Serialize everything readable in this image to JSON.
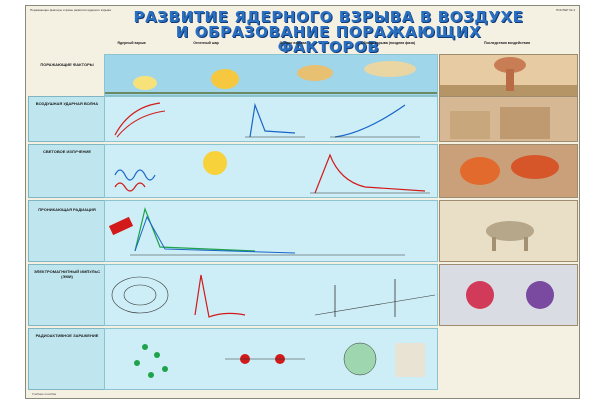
{
  "poster": {
    "title_line1": "РАЗВИТИЕ ЯДЕРНОГО ВЗРЫВА В ВОЗДУХЕ",
    "title_line2": "И ОБРАЗОВАНИЕ ПОРАЖАЮЩИХ ФАКТОРОВ",
    "header_left_small": "Поражающие факторы и фазы развития ядерного взрыва",
    "header_right_small": "ПОСТЕР № 4",
    "footer_small": "Учебное пособие"
  },
  "rows": [
    {
      "label": "ПОРАЖАЮЩИЕ ФАКТОРЫ"
    },
    {
      "label": "ВОЗДУШНАЯ УДАРНАЯ ВОЛНА"
    },
    {
      "label": "СВЕТОВОЕ ИЗЛУЧЕНИЕ"
    },
    {
      "label": "ПРОНИКАЮЩАЯ РАДИАЦИЯ"
    },
    {
      "label": "ЭЛЕКТРОМАГНИТНЫЙ ИМПУЛЬС (ЭМИ)"
    },
    {
      "label": "РАДИОАКТИВНОЕ ЗАРАЖЕНИЕ"
    }
  ],
  "columns": [
    {
      "label": "Ядерный взрыв"
    },
    {
      "label": "Огненный шар"
    },
    {
      "label": "Облако взрыва"
    },
    {
      "label": "Облако взрыва (поздняя фаза)"
    },
    {
      "label": "Последствия воздействия"
    }
  ],
  "colors": {
    "title": "#2a6fc0",
    "cell": "#cdeef6",
    "row": "#bfe6ef",
    "curve_red": "#d21a1a",
    "curve_blue": "#1a66c8",
    "curve_green": "#1ea24a",
    "fireball": "#f7d23a"
  }
}
